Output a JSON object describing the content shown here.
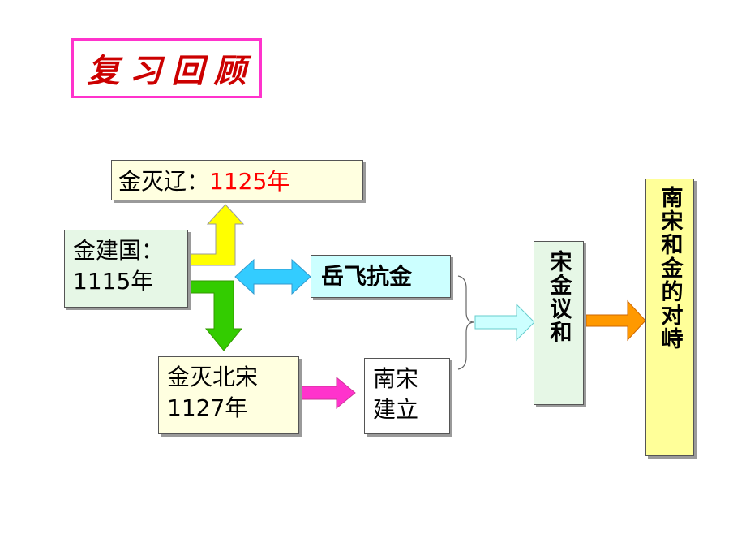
{
  "title": "复习回顾",
  "nodes": {
    "jin_mie_liao": {
      "label": "金灭辽：",
      "year": "1125年"
    },
    "jin_jian_guo": {
      "line1": "金建国：",
      "line2": "1115年"
    },
    "yue_fei": {
      "label": "岳飞抗金"
    },
    "jin_mie_beisong": {
      "line1": "金灭北宋",
      "line2": "1127年"
    },
    "nansong": {
      "line1": "南宋",
      "line2": "建立"
    },
    "song_jin_yihe": {
      "label": "宋金议和"
    },
    "duizhi": {
      "label": "南宋和金的对峙"
    }
  },
  "colors": {
    "title_border": "#ff33cc",
    "title_text": "#cc0000",
    "box_cream": "#ffffe0",
    "box_green": "#e6f7e6",
    "box_cyan": "#ccffff",
    "box_yellow": "#ffff99",
    "arrow_yellow": "#ffff00",
    "arrow_green": "#33cc00",
    "arrow_cyan": "#33ccff",
    "arrow_magenta": "#ff33cc",
    "arrow_lightcyan": "#ccffff",
    "arrow_orange": "#ff9900"
  }
}
